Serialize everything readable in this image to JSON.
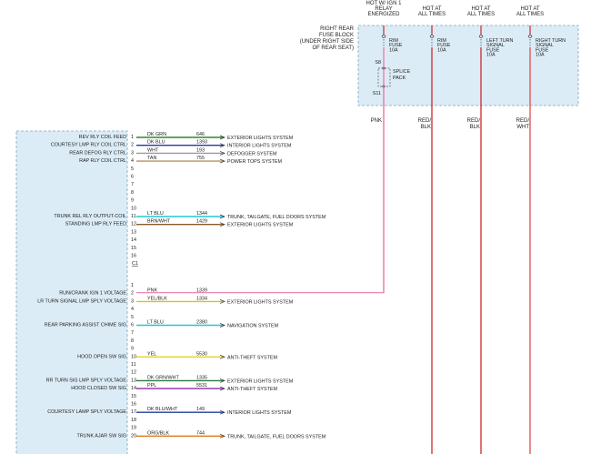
{
  "fuse_block": {
    "label": [
      "RIGHT REAR",
      "FUSE BLOCK",
      "(UNDER RIGHT SIDE",
      "OF REAR SEAT)"
    ],
    "splice_label": [
      "SPLICE",
      "PACK"
    ],
    "splice_top": "S8",
    "splice_bottom": "S11"
  },
  "power_heads": [
    {
      "lines": [
        "HOT W/ IGN 1",
        "RELAY",
        "ENERGIZED"
      ]
    },
    {
      "lines": [
        "HOT AT",
        "ALL TIMES"
      ]
    },
    {
      "lines": [
        "HOT AT",
        "ALL TIMES"
      ]
    },
    {
      "lines": [
        "HOT AT",
        "ALL TIMES"
      ]
    }
  ],
  "fuses": [
    {
      "lines": [
        "RIM",
        "FUSE",
        "10A"
      ]
    },
    {
      "lines": [
        "RIM",
        "FUSE",
        "10A"
      ]
    },
    {
      "lines": [
        "LEFT TURN",
        "SIGNAL",
        "FUSE",
        "10A"
      ]
    },
    {
      "lines": [
        "RIGHT TURN",
        "SIGNAL",
        "FUSE",
        "10A"
      ]
    }
  ],
  "feed_wires": [
    {
      "lines": [
        "PNK"
      ],
      "color": "#e87aa8"
    },
    {
      "lines": [
        "RED/",
        "BLK"
      ],
      "color": "#cc2a2a"
    },
    {
      "lines": [
        "RED/",
        "BLK"
      ],
      "color": "#cc2a2a"
    },
    {
      "lines": [
        "RED/",
        "WHT"
      ],
      "color": "#e04a4a"
    }
  ],
  "connector_c1": {
    "id": "C1",
    "pins": [
      "1",
      "2",
      "3",
      "4",
      "5",
      "6",
      "7",
      "8",
      "9",
      "10",
      "11",
      "12",
      "13",
      "14",
      "15",
      "16"
    ]
  },
  "connector_c2": {
    "pins": [
      "1",
      "2",
      "3",
      "4",
      "5",
      "6",
      "7",
      "8",
      "9",
      "10",
      "11",
      "12",
      "13",
      "14",
      "15",
      "16",
      "17",
      "18",
      "19",
      "20"
    ]
  },
  "c1_circuits": [
    {
      "pin": 1,
      "label": "REV RLY COIL FEED",
      "wire": "DK GRN",
      "circuit": "646",
      "dest": "EXTERIOR LIGHTS SYSTEM",
      "color": "#2a8a2a"
    },
    {
      "pin": 2,
      "label": "COURTESY LMP RLY COIL CTRL",
      "wire": "DK BLU",
      "circuit": "1393",
      "dest": "INTERIOR LIGHTS SYSTEM",
      "color": "#1f3d9a"
    },
    {
      "pin": 3,
      "label": "REAR DEFOG RLY CTRL",
      "wire": "WHT",
      "circuit": "193",
      "dest": "DEFOGGER SYSTEM",
      "color": "#9a9a9a"
    },
    {
      "pin": 4,
      "label": "RAP RLY COIL CTRL",
      "wire": "TAN",
      "circuit": "755",
      "dest": "POWER TOPS SYSTEM",
      "color": "#b89260"
    },
    {
      "pin": 11,
      "label": "TRUNK REL RLY OUTPUT-COIL",
      "wire": "LT BLU",
      "circuit": "1344",
      "dest": "TRUNK, TAILGATE, FUEL DOORS SYSTEM",
      "color": "#22c6d6"
    },
    {
      "pin": 12,
      "label": "STANDING LMP RLY FEED",
      "wire": "BRN/WHT",
      "circuit": "1429",
      "dest": "EXTERIOR LIGHTS SYSTEM",
      "color": "#8a5a2a"
    }
  ],
  "c2_circuits": [
    {
      "pin": 2,
      "label": "RUN/CRANK IGN 1 VOLTAGE",
      "wire": "PNK",
      "circuit": "1339",
      "dest": "",
      "color": "#e87aa8"
    },
    {
      "pin": 3,
      "label": "LR TURN SIGNAL LMP SPLY VOLTAGE",
      "wire": "YEL/BLK",
      "circuit": "1334",
      "dest": "EXTERIOR LIGHTS SYSTEM",
      "color": "#d8c21a"
    },
    {
      "pin": 6,
      "label": "REAR PARKING ASSIST CHIME SIG",
      "wire": "LT BLU",
      "circuit": "2380",
      "dest": "NAVIGATION SYSTEM",
      "color": "#22c6d6"
    },
    {
      "pin": 10,
      "label": "HOOD OPEN SW SIG",
      "wire": "YEL",
      "circuit": "5530",
      "dest": "ANTI-THEFT SYSTEM",
      "color": "#e6d21a"
    },
    {
      "pin": 13,
      "label": "RR TURN SIG LMP SPLY VOLTAGE",
      "wire": "DK GRN/WHT",
      "circuit": "1335",
      "dest": "EXTERIOR LIGHTS SYSTEM",
      "color": "#2a7a3a"
    },
    {
      "pin": 14,
      "label": "HOOD CLOSED SW SIG",
      "wire": "PPL",
      "circuit": "5531",
      "dest": "ANTI-THEFT SYSTEM",
      "color": "#8a2aa8"
    },
    {
      "pin": 17,
      "label": "COURTESY LAMP SPLY VOLTAGE",
      "wire": "DK BLU/WHT",
      "circuit": "149",
      "dest": "INTERIOR LIGHTS SYSTEM",
      "color": "#1f3d9a"
    },
    {
      "pin": 20,
      "label": "TRUNK AJAR SW SIG",
      "wire": "ORG/BLK",
      "circuit": "744",
      "dest": "TRUNK, TAILGATE, FUEL DOORS SYSTEM",
      "color": "#e07a1a"
    }
  ]
}
